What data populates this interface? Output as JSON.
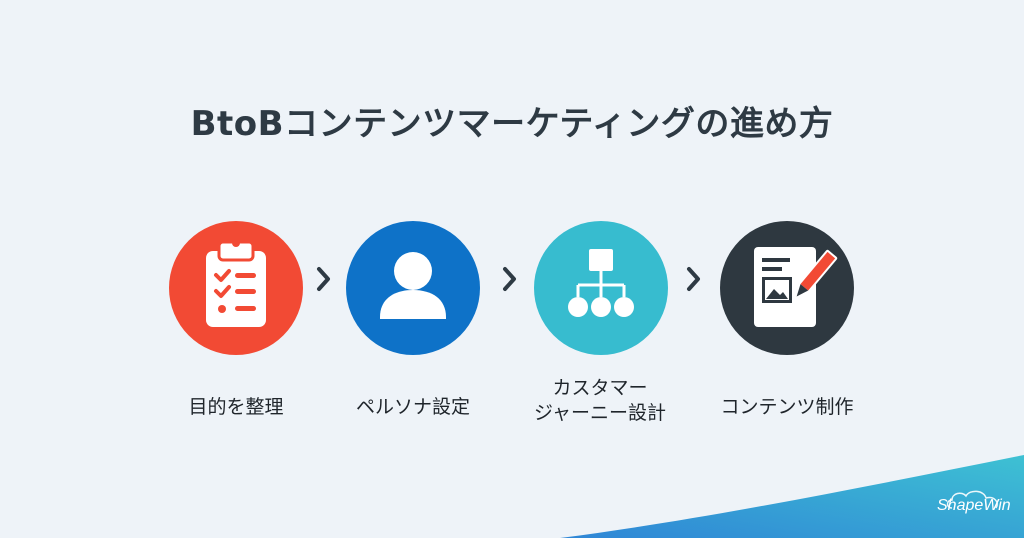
{
  "title": "BtoBコンテンツマーケティングの進め方",
  "colors": {
    "background": "#eef3f8",
    "step1": "#f24a34",
    "step2": "#0e72c8",
    "step3": "#37bccf",
    "step4": "#2e3840",
    "wave_start": "#2f86d6",
    "wave_end": "#3ec1d3"
  },
  "steps": [
    {
      "icon": "clipboard-checklist-icon",
      "label_lines": [
        "目的を整理"
      ]
    },
    {
      "icon": "person-icon",
      "label_lines": [
        "ペルソナ設定"
      ]
    },
    {
      "icon": "hierarchy-diagram-icon",
      "label_lines": [
        "カスタマー",
        "ジャーニー設計"
      ]
    },
    {
      "icon": "document-pen-icon",
      "label_lines": [
        "コンテンツ制作"
      ]
    }
  ],
  "logo": {
    "text": "ShapeWin"
  }
}
